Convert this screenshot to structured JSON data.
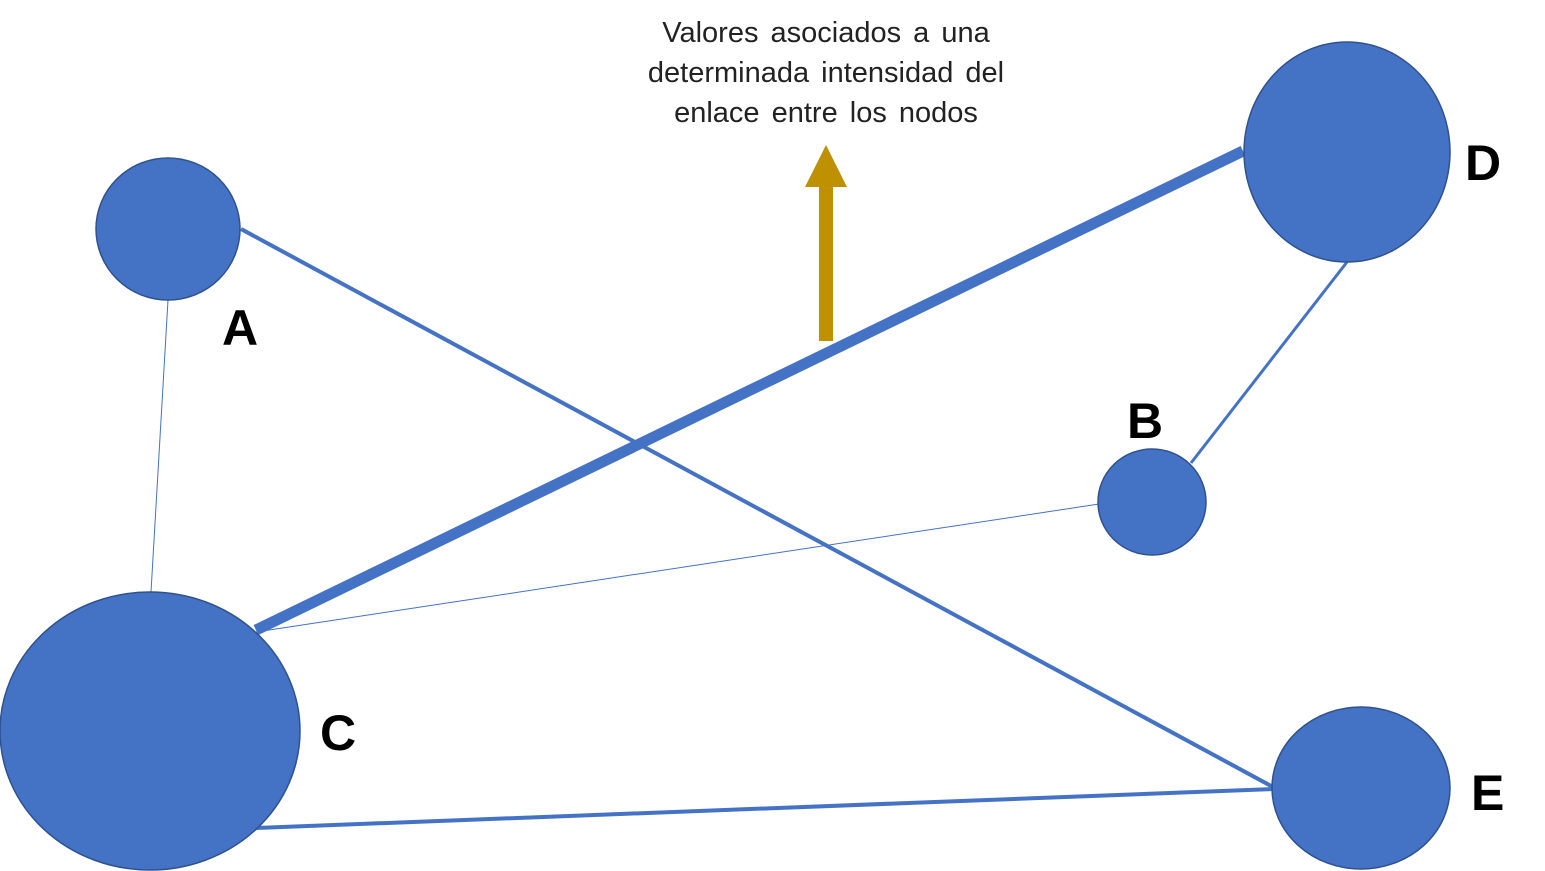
{
  "annotation": {
    "lines": [
      "Valores asociados a una",
      "determinada intensidad del",
      "enlace entre los nodos"
    ]
  },
  "colors": {
    "node_fill": "#4472C4",
    "node_stroke": "#2F528F",
    "edge": "#4472C4",
    "arrow": "#BF9000",
    "label": "#000000"
  },
  "nodes": [
    {
      "id": "A",
      "label": "A"
    },
    {
      "id": "B",
      "label": "B"
    },
    {
      "id": "C",
      "label": "C"
    },
    {
      "id": "D",
      "label": "D"
    },
    {
      "id": "E",
      "label": "E"
    }
  ],
  "edges": [
    {
      "from": "A",
      "to": "C",
      "strength": "weakest"
    },
    {
      "from": "A",
      "to": "E",
      "strength": "medium"
    },
    {
      "from": "C",
      "to": "D",
      "strength": "strongest"
    },
    {
      "from": "C",
      "to": "B",
      "strength": "weakest"
    },
    {
      "from": "B",
      "to": "D",
      "strength": "medium"
    },
    {
      "from": "C",
      "to": "E",
      "strength": "medium"
    }
  ]
}
